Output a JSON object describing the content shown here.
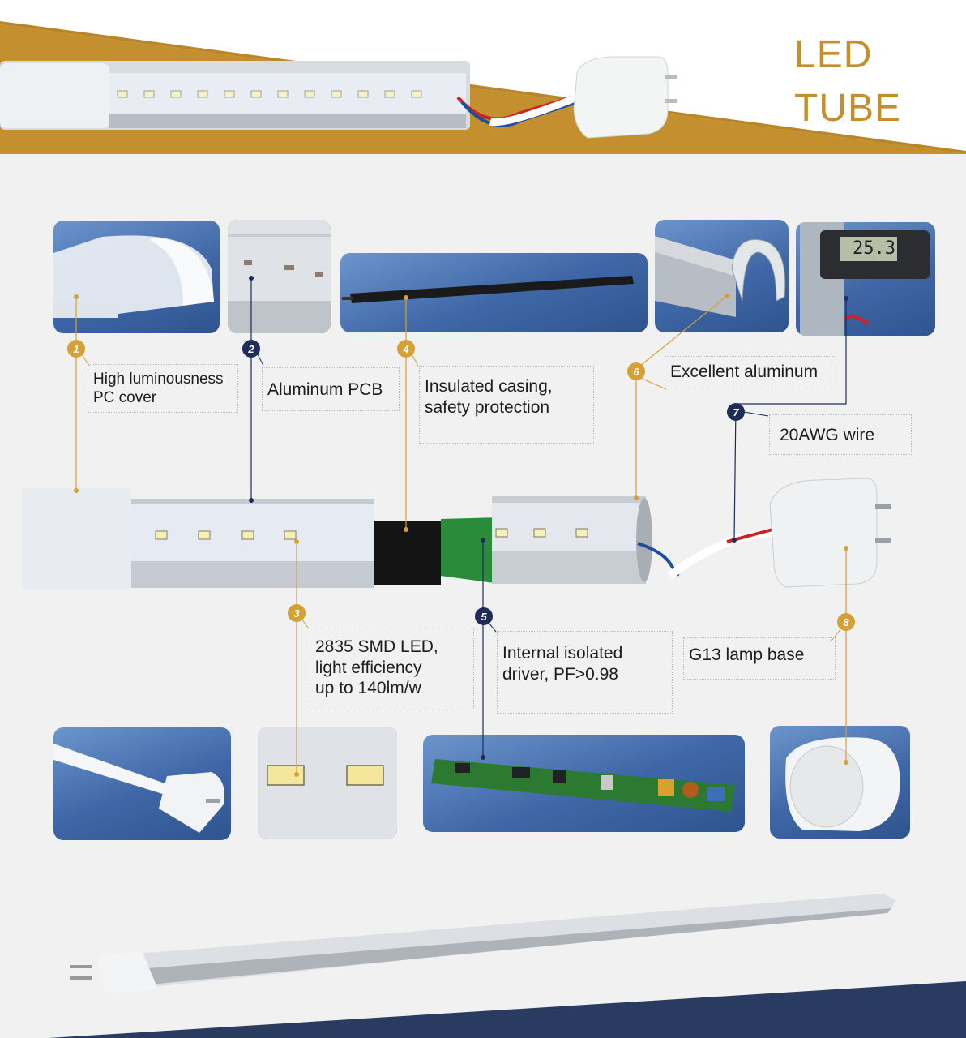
{
  "header": {
    "title_line1": "LED",
    "title_line2": "TUBE"
  },
  "colors": {
    "accent_gold": "#d5a035",
    "accent_navy": "#1e2d57",
    "photo_blue": "#4a72b0"
  },
  "features": [
    {
      "number": "1",
      "label": "High luminousness\nPC cover"
    },
    {
      "number": "2",
      "label": "Aluminum PCB"
    },
    {
      "number": "3",
      "label": "2835 SMD LED,\nlight efficiency\nup to 140lm/w"
    },
    {
      "number": "4",
      "label": "Insulated casing,\nsafety protection"
    },
    {
      "number": "5",
      "label": "Internal isolated\ndriver, PF>0.98"
    },
    {
      "number": "6",
      "label": "Excellent aluminum"
    },
    {
      "number": "7",
      "label": "20AWG wire"
    },
    {
      "number": "8",
      "label": "G13 lamp base"
    }
  ],
  "caliper_reading": "25.3"
}
